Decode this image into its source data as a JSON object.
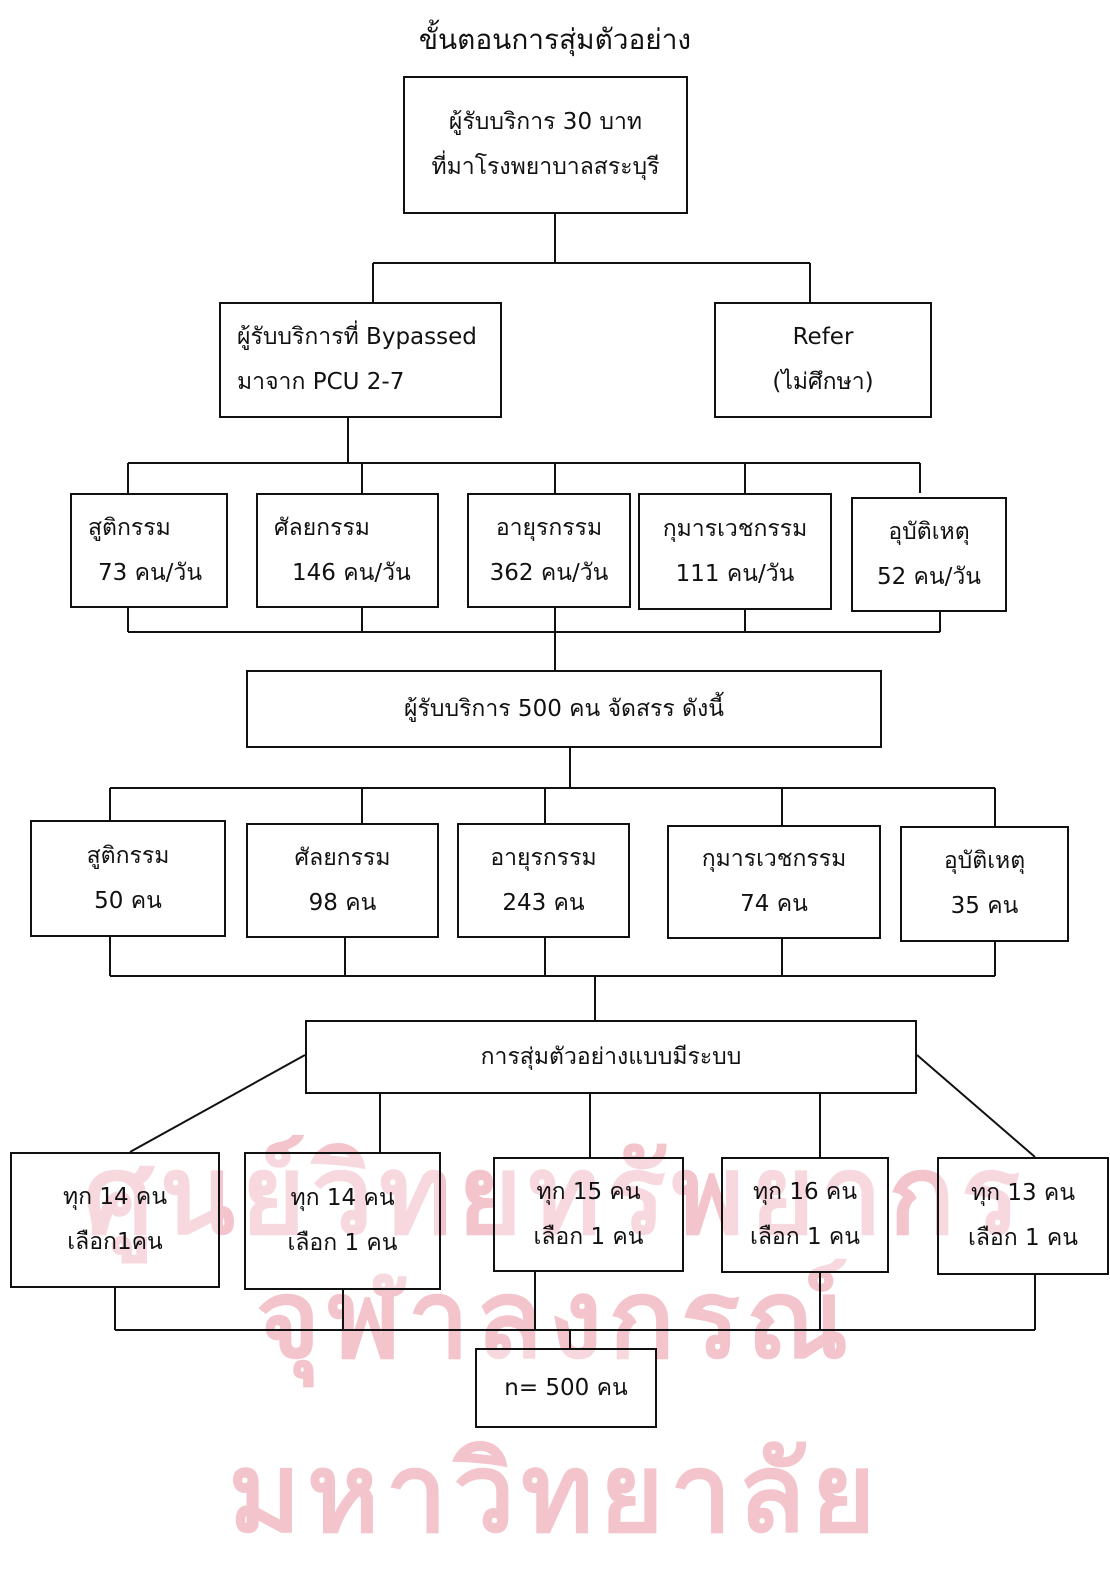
{
  "title": "ขั้นตอนการสุ่มตัวอย่าง",
  "watermark": {
    "line1": "ศูนย์วิทยทรัพยากร",
    "line2": "จุฬาลงกรณ์มหาวิทยาลัย",
    "color": "#f3c4cc"
  },
  "top": {
    "line1": "ผู้รับบริการ 30 บาท",
    "line2": "ที่มาโรงพยาบาลสระบุรี"
  },
  "bypassed": {
    "line1": "ผู้รับบริการที่ Bypassed",
    "line2": "มาจาก PCU 2-7"
  },
  "refer": {
    "line1": "Refer",
    "line2": "(ไม่ศึกษา)"
  },
  "departments_daily": [
    {
      "name": "สูติกรรม",
      "count": "73 คน/วัน"
    },
    {
      "name": "ศัลยกรรม",
      "count": "146 คน/วัน"
    },
    {
      "name": "อายุรกรรม",
      "count": "362 คน/วัน"
    },
    {
      "name": "กุมารเวชกรรม",
      "count": "111 คน/วัน"
    },
    {
      "name": "อุบัติเหตุ",
      "count": "52 คน/วัน"
    }
  ],
  "allocation": "ผู้รับบริการ 500 คน จัดสรร ดังนี้",
  "departments_sample": [
    {
      "name": "สูติกรรม",
      "count": "50 คน"
    },
    {
      "name": "ศัลยกรรม",
      "count": "98 คน"
    },
    {
      "name": "อายุรกรรม",
      "count": "243 คน"
    },
    {
      "name": "กุมารเวชกรรม",
      "count": "74 คน"
    },
    {
      "name": "อุบัติเหตุ",
      "count": "35 คน"
    }
  ],
  "systematic": "การสุ่มตัวอย่างแบบมีระบบ",
  "intervals": [
    {
      "line1": "ทุก 14 คน",
      "line2": "เลือก1คน"
    },
    {
      "line1": "ทุก 14 คน",
      "line2": "เลือก 1 คน"
    },
    {
      "line1": "ทุก 15 คน",
      "line2": "เลือก 1 คน"
    },
    {
      "line1": "ทุก 16 คน",
      "line2": "เลือก 1 คน"
    },
    {
      "line1": "ทุก 13 คน",
      "line2": "เลือก 1 คน"
    }
  ],
  "total": "n= 500 คน"
}
